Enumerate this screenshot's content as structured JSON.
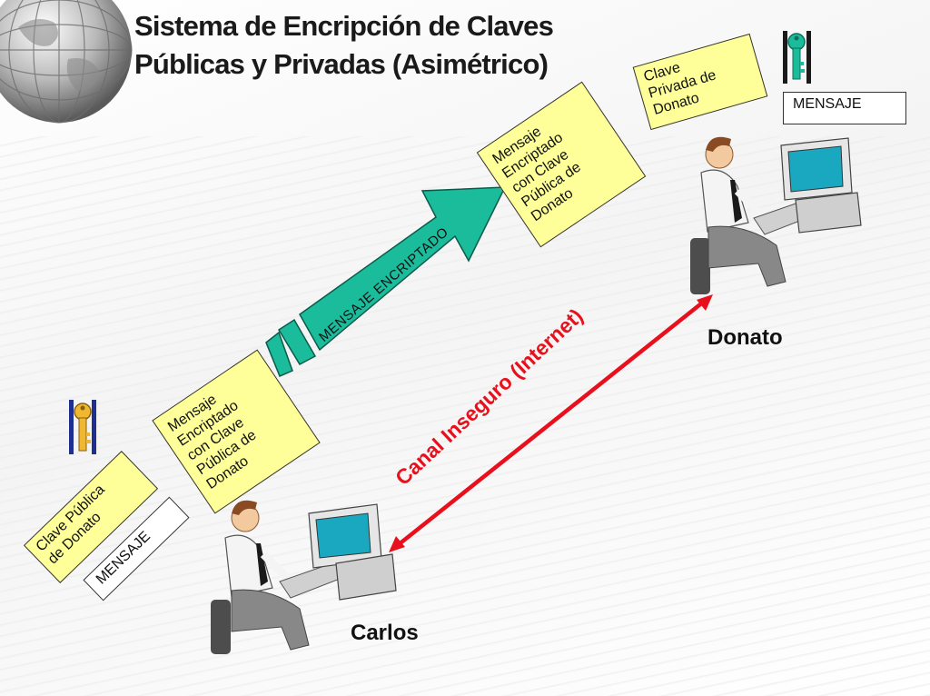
{
  "title": {
    "line1": "Sistema de Encripción de Claves",
    "line2": "Públicas y Privadas  (Asimétrico)"
  },
  "notes": {
    "public_key_note": "Clave Pública\nde Donato",
    "encrypted_left": "Mensaje\nEncriptado\ncon Clave\nPública de\nDonato",
    "encrypted_right": "Mensaje\nEncriptado\ncon Clave\nPública de\nDonato",
    "private_key_note": "Clave\nPrivada de\nDonato"
  },
  "cards": {
    "message_left": "MENSAJE",
    "message_right": "MENSAJE"
  },
  "arrow": {
    "label": "MENSAJE ENCRIPTADO",
    "color": "#1abc9c"
  },
  "channel": {
    "label": "Canal Inseguro (Internet)",
    "color": "#e8101c"
  },
  "people": {
    "sender": "Carlos",
    "receiver": "Donato"
  },
  "icons": {
    "globe": "globe-icon",
    "public_key": "gold-key-icon",
    "private_key": "green-key-icon",
    "computer": "computer-user-icon"
  }
}
